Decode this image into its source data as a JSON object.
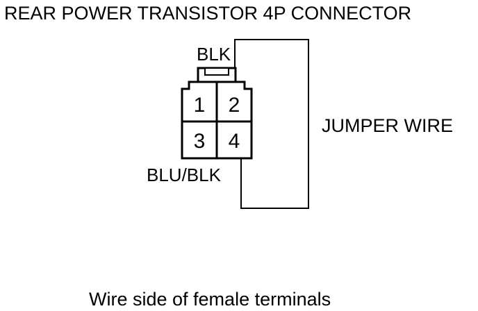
{
  "title": "REAR POWER TRANSISTOR 4P CONNECTOR",
  "caption": "Wire side of female terminals",
  "connector": {
    "terminals": [
      "1",
      "2",
      "3",
      "4"
    ],
    "wire_top": "BLK",
    "wire_bottom": "BLU/BLK"
  },
  "jumper_label": "JUMPER WIRE",
  "colors": {
    "line": "#000000",
    "background": "#ffffff"
  }
}
